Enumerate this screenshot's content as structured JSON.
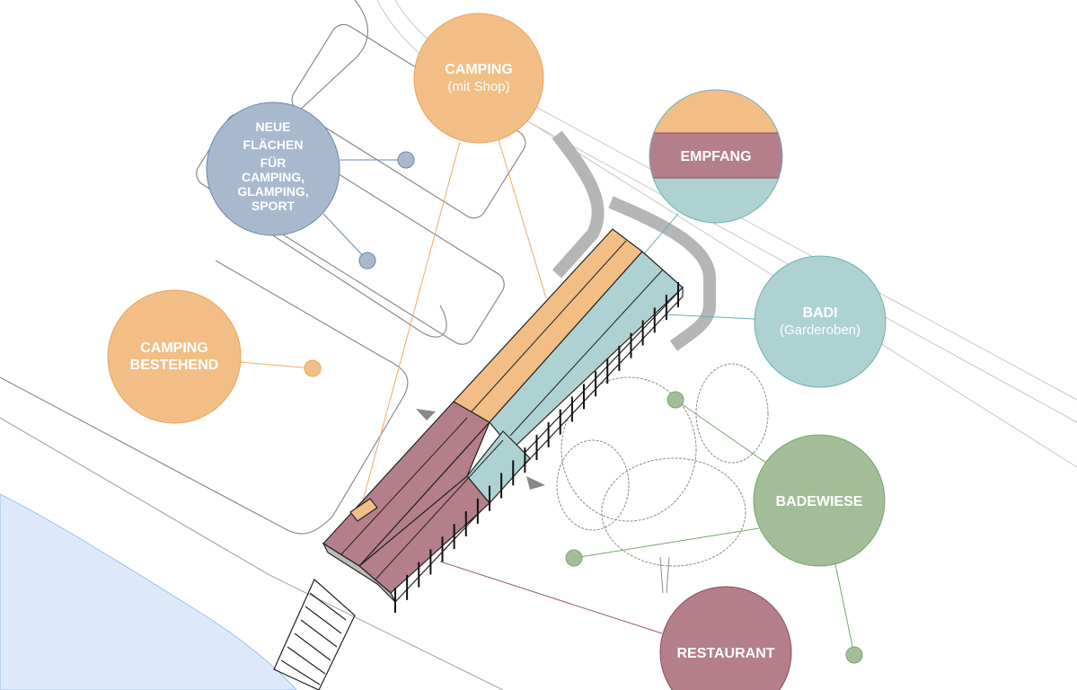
{
  "colors": {
    "camping": "#f2be86",
    "neue_flaechen": "#a8b8cd",
    "badi": "#aed2d2",
    "badewiese": "#a3bd98",
    "restaurant": "#b47f8a",
    "water": "#dde9fb"
  },
  "labels": {
    "camping_shop": {
      "title": "CAMPING",
      "sub": "(mit Shop)"
    },
    "neue_flaechen": [
      "NEUE",
      "FLÄCHEN",
      "FÜR",
      "CAMPING,",
      "GLAMPING,",
      "SPORT"
    ],
    "empfang": "EMPFANG",
    "camping_bestehend": [
      "CAMPING",
      "BESTEHEND"
    ],
    "badi": {
      "title": "BADI",
      "sub": "(Garderoben)"
    },
    "badewiese": "BADEWIESE",
    "restaurant": "RESTAURANT"
  }
}
